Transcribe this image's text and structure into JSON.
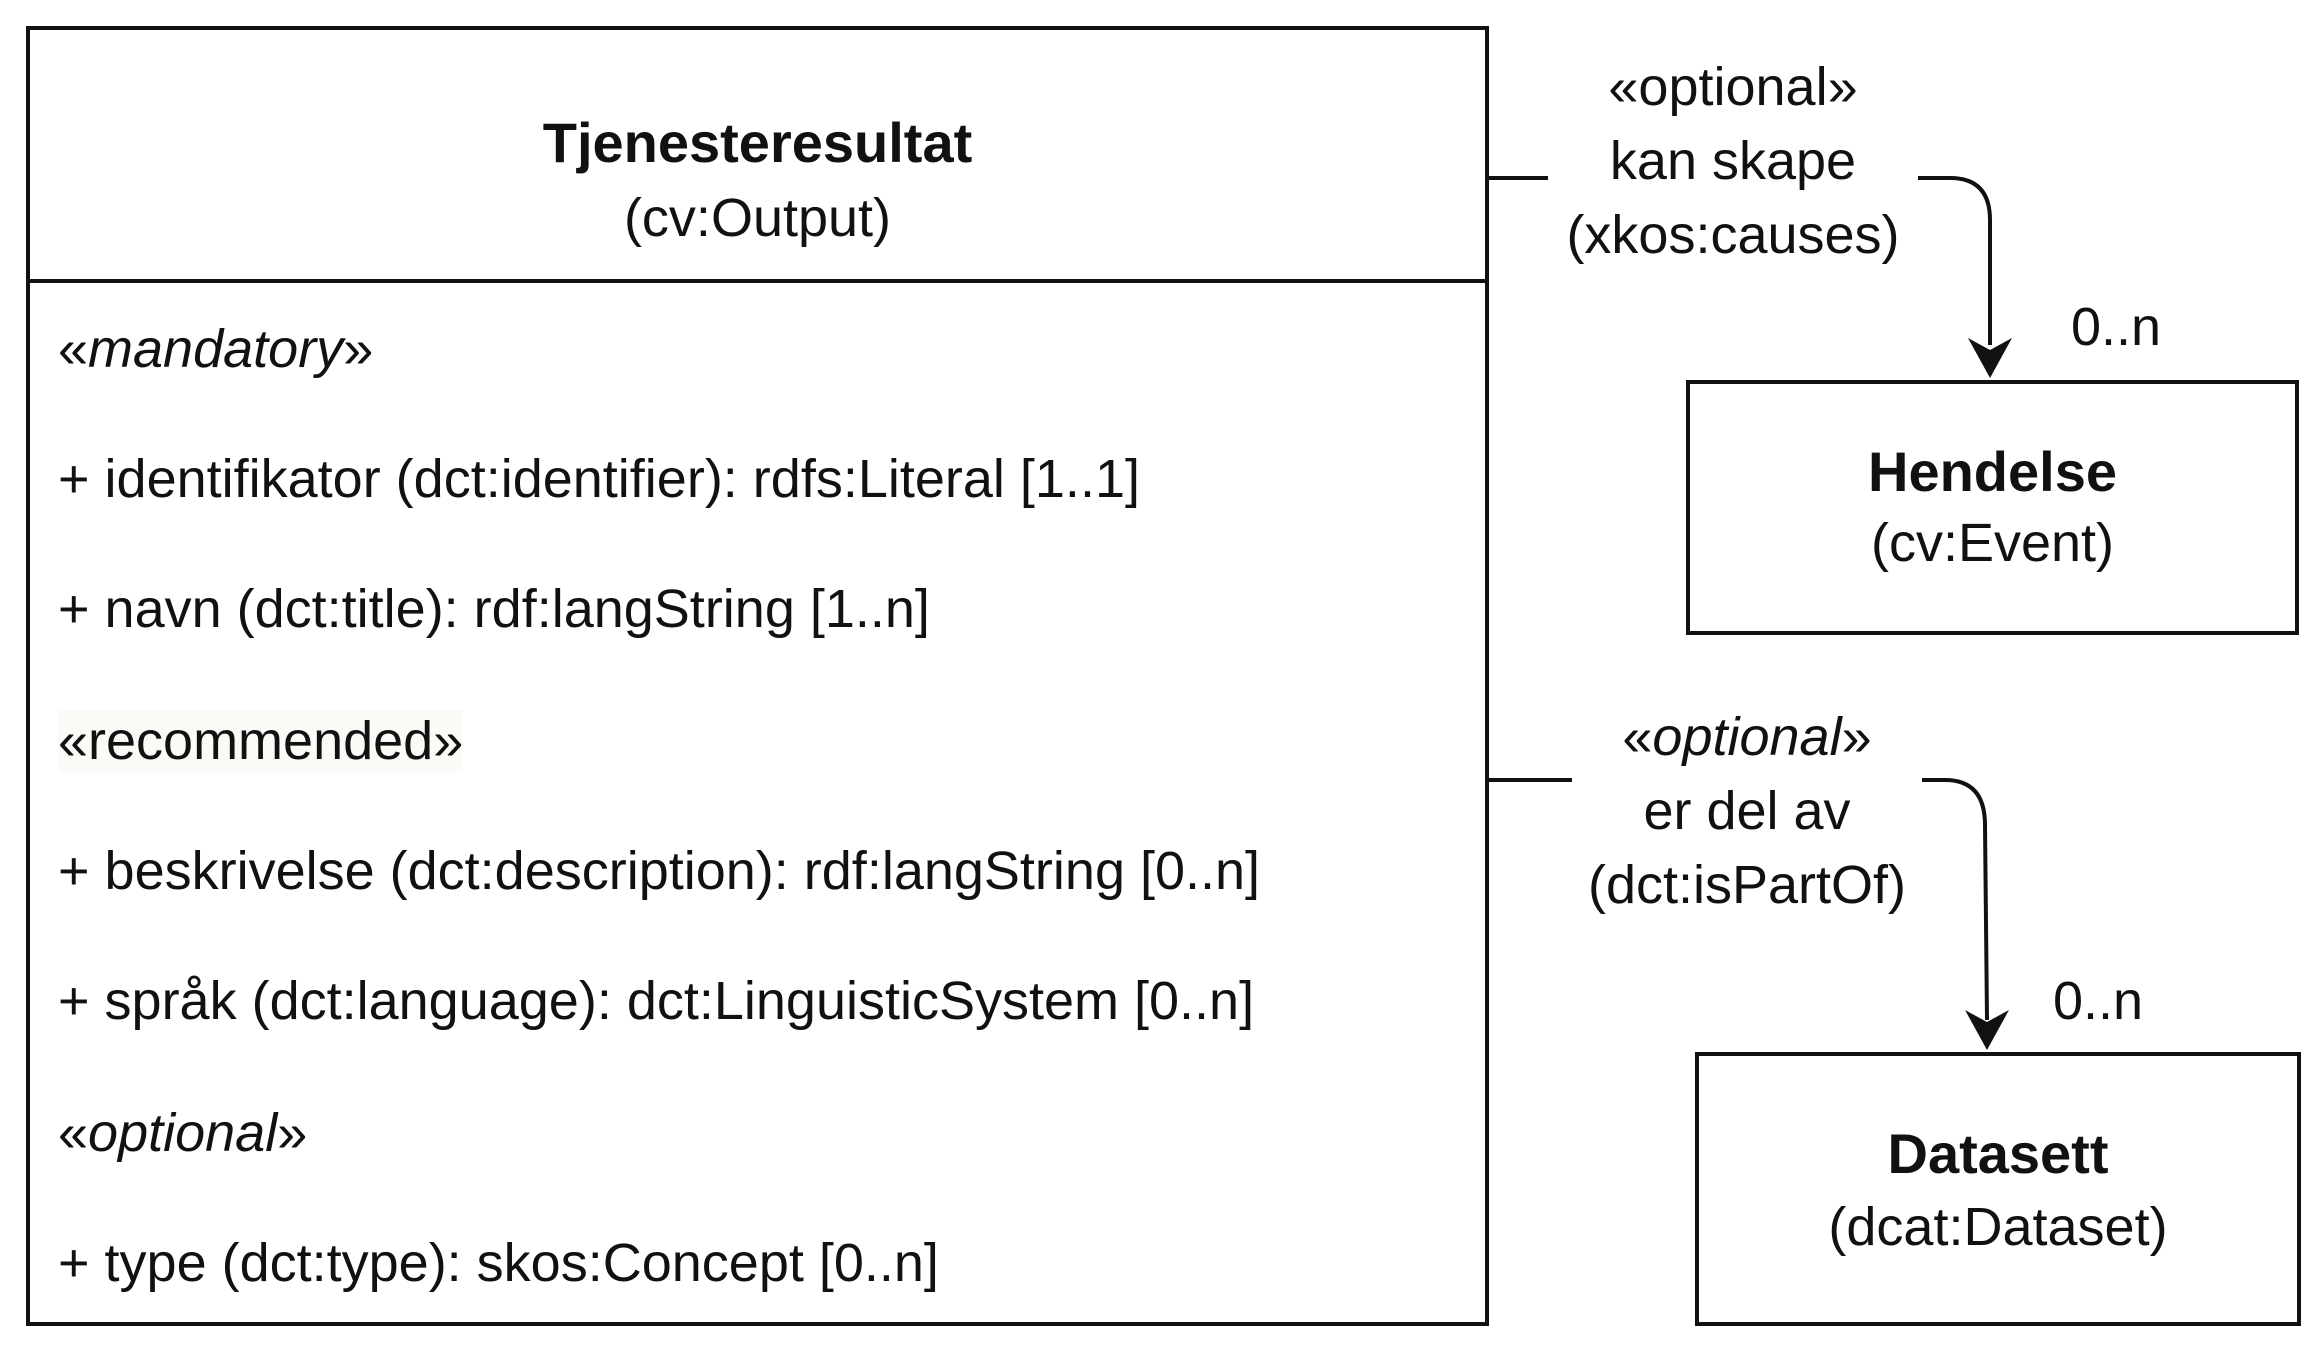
{
  "main_class": {
    "name": "Tjenesteresultat",
    "uri": "(cv:Output)",
    "attributes": [
      {
        "text": "«mandatory»"
      },
      {
        "text": "+ identifikator (dct:identifier): rdfs:Literal [1..1]"
      },
      {
        "text": "+ navn (dct:title): rdf:langString [1..n]"
      },
      {
        "text": "«recommended»"
      },
      {
        "text": "+ beskrivelse (dct:description): rdf:langString [0..n]"
      },
      {
        "text": "+ språk (dct:language): dct:LinguisticSystem [0..n]"
      },
      {
        "text": "«optional»"
      },
      {
        "text": "+ type (dct:type): skos:Concept [0..n]"
      }
    ],
    "stereotypes": {
      "mandatory": "mandatory",
      "recommended": "«recommended»",
      "optional": "optional"
    },
    "attr_lines": {
      "identifier": "+ identifikator (dct:identifier): rdfs:Literal [1..1]",
      "title": "+ navn (dct:title): rdf:langString [1..n]",
      "description": "+ beskrivelse (dct:description): rdf:langString [0..n]",
      "language": "+ språk (dct:language): dct:LinguisticSystem [0..n]",
      "type": "+ type (dct:type): skos:Concept [0..n]"
    }
  },
  "event_class": {
    "name": "Hendelse",
    "uri": "(cv:Event)"
  },
  "dataset_class": {
    "name": "Datasett",
    "uri": "(dcat:Dataset)"
  },
  "relations": {
    "causes": {
      "stereotype": "«optional»",
      "label": "kan skape",
      "property": "(xkos:causes)",
      "multiplicity": "0..n"
    },
    "is_part_of": {
      "stereotype": "optional",
      "label": "er del av",
      "property": "(dct:isPartOf)",
      "multiplicity": "0..n"
    }
  },
  "guillemets": {
    "open": "«",
    "close": "»"
  },
  "colors": {
    "line": "#111111",
    "background": "#ffffff"
  }
}
